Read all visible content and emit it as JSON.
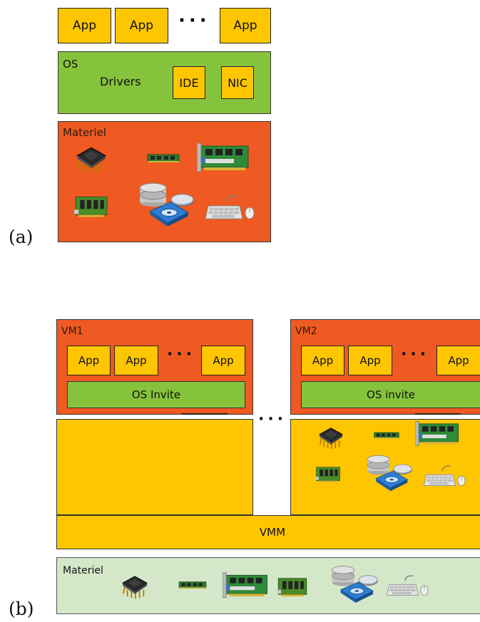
{
  "a": {
    "caption": "(a)",
    "apps": [
      "App",
      "App",
      "App"
    ],
    "dots": "···",
    "os_label": "OS",
    "drivers_label": "Drivers",
    "ide_label": "IDE",
    "nic_label": "NIC",
    "hw_label": "Materiel",
    "hw_icons": [
      "cpu-icon",
      "ram-icon",
      "network-card-icon",
      "sound-card-icon",
      "disk-icon",
      "keyboard-mouse-icon"
    ]
  },
  "b": {
    "caption": "(b)",
    "vm1": {
      "label": "VM1",
      "apps": [
        "App",
        "App",
        "App"
      ],
      "dots": "···",
      "os": "OS Invite"
    },
    "vm2": {
      "label": "VM2",
      "apps": [
        "App",
        "App",
        "App"
      ],
      "dots": "···",
      "os": "OS invite"
    },
    "between_dots": "···",
    "vmm_label": "VMM",
    "hw_label": "Materiel",
    "hw_icons": [
      "cpu-icon",
      "ram-icon",
      "network-card-icon",
      "sound-card-icon",
      "disk-icon",
      "keyboard-mouse-icon"
    ]
  },
  "colors": {
    "app_yellow": "#fec600",
    "os_green": "#86c33c",
    "materiel_orange": "#ee5a21",
    "hardware_bar_green": "#d4e8c9"
  }
}
